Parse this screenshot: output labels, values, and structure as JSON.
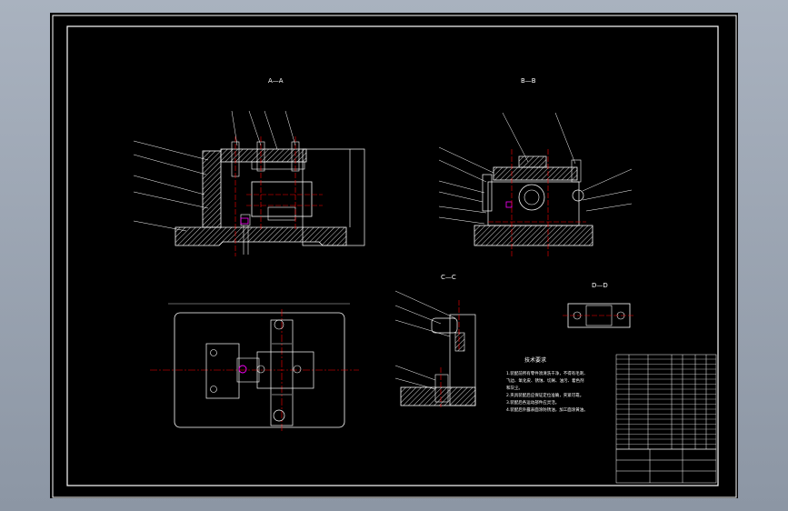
{
  "views": {
    "section_aa": "A—A",
    "section_bb": "B—B",
    "section_cc": "C—C",
    "view_dd": "D—D"
  },
  "tech_requirements_title": "技术要求",
  "tech_requirements_lines": [
    "1.装配前所有零件须清洗干净，不得有毛刺、",
    "飞边、氧化皮、锈蚀、切屑、油污、着色剂",
    "和灰尘。",
    "2.夹具装配后应保证定位准确，夹紧可靠。",
    "3.装配后各运动部件应灵活。",
    "4.装配后外露表面涂防锈油，加工面涂黄油。"
  ],
  "colors": {
    "background": "#000000",
    "outline": "#ffffff",
    "centerline": "#ff0000",
    "part": "#ff00ff",
    "hatch": "#d8d8d8"
  }
}
